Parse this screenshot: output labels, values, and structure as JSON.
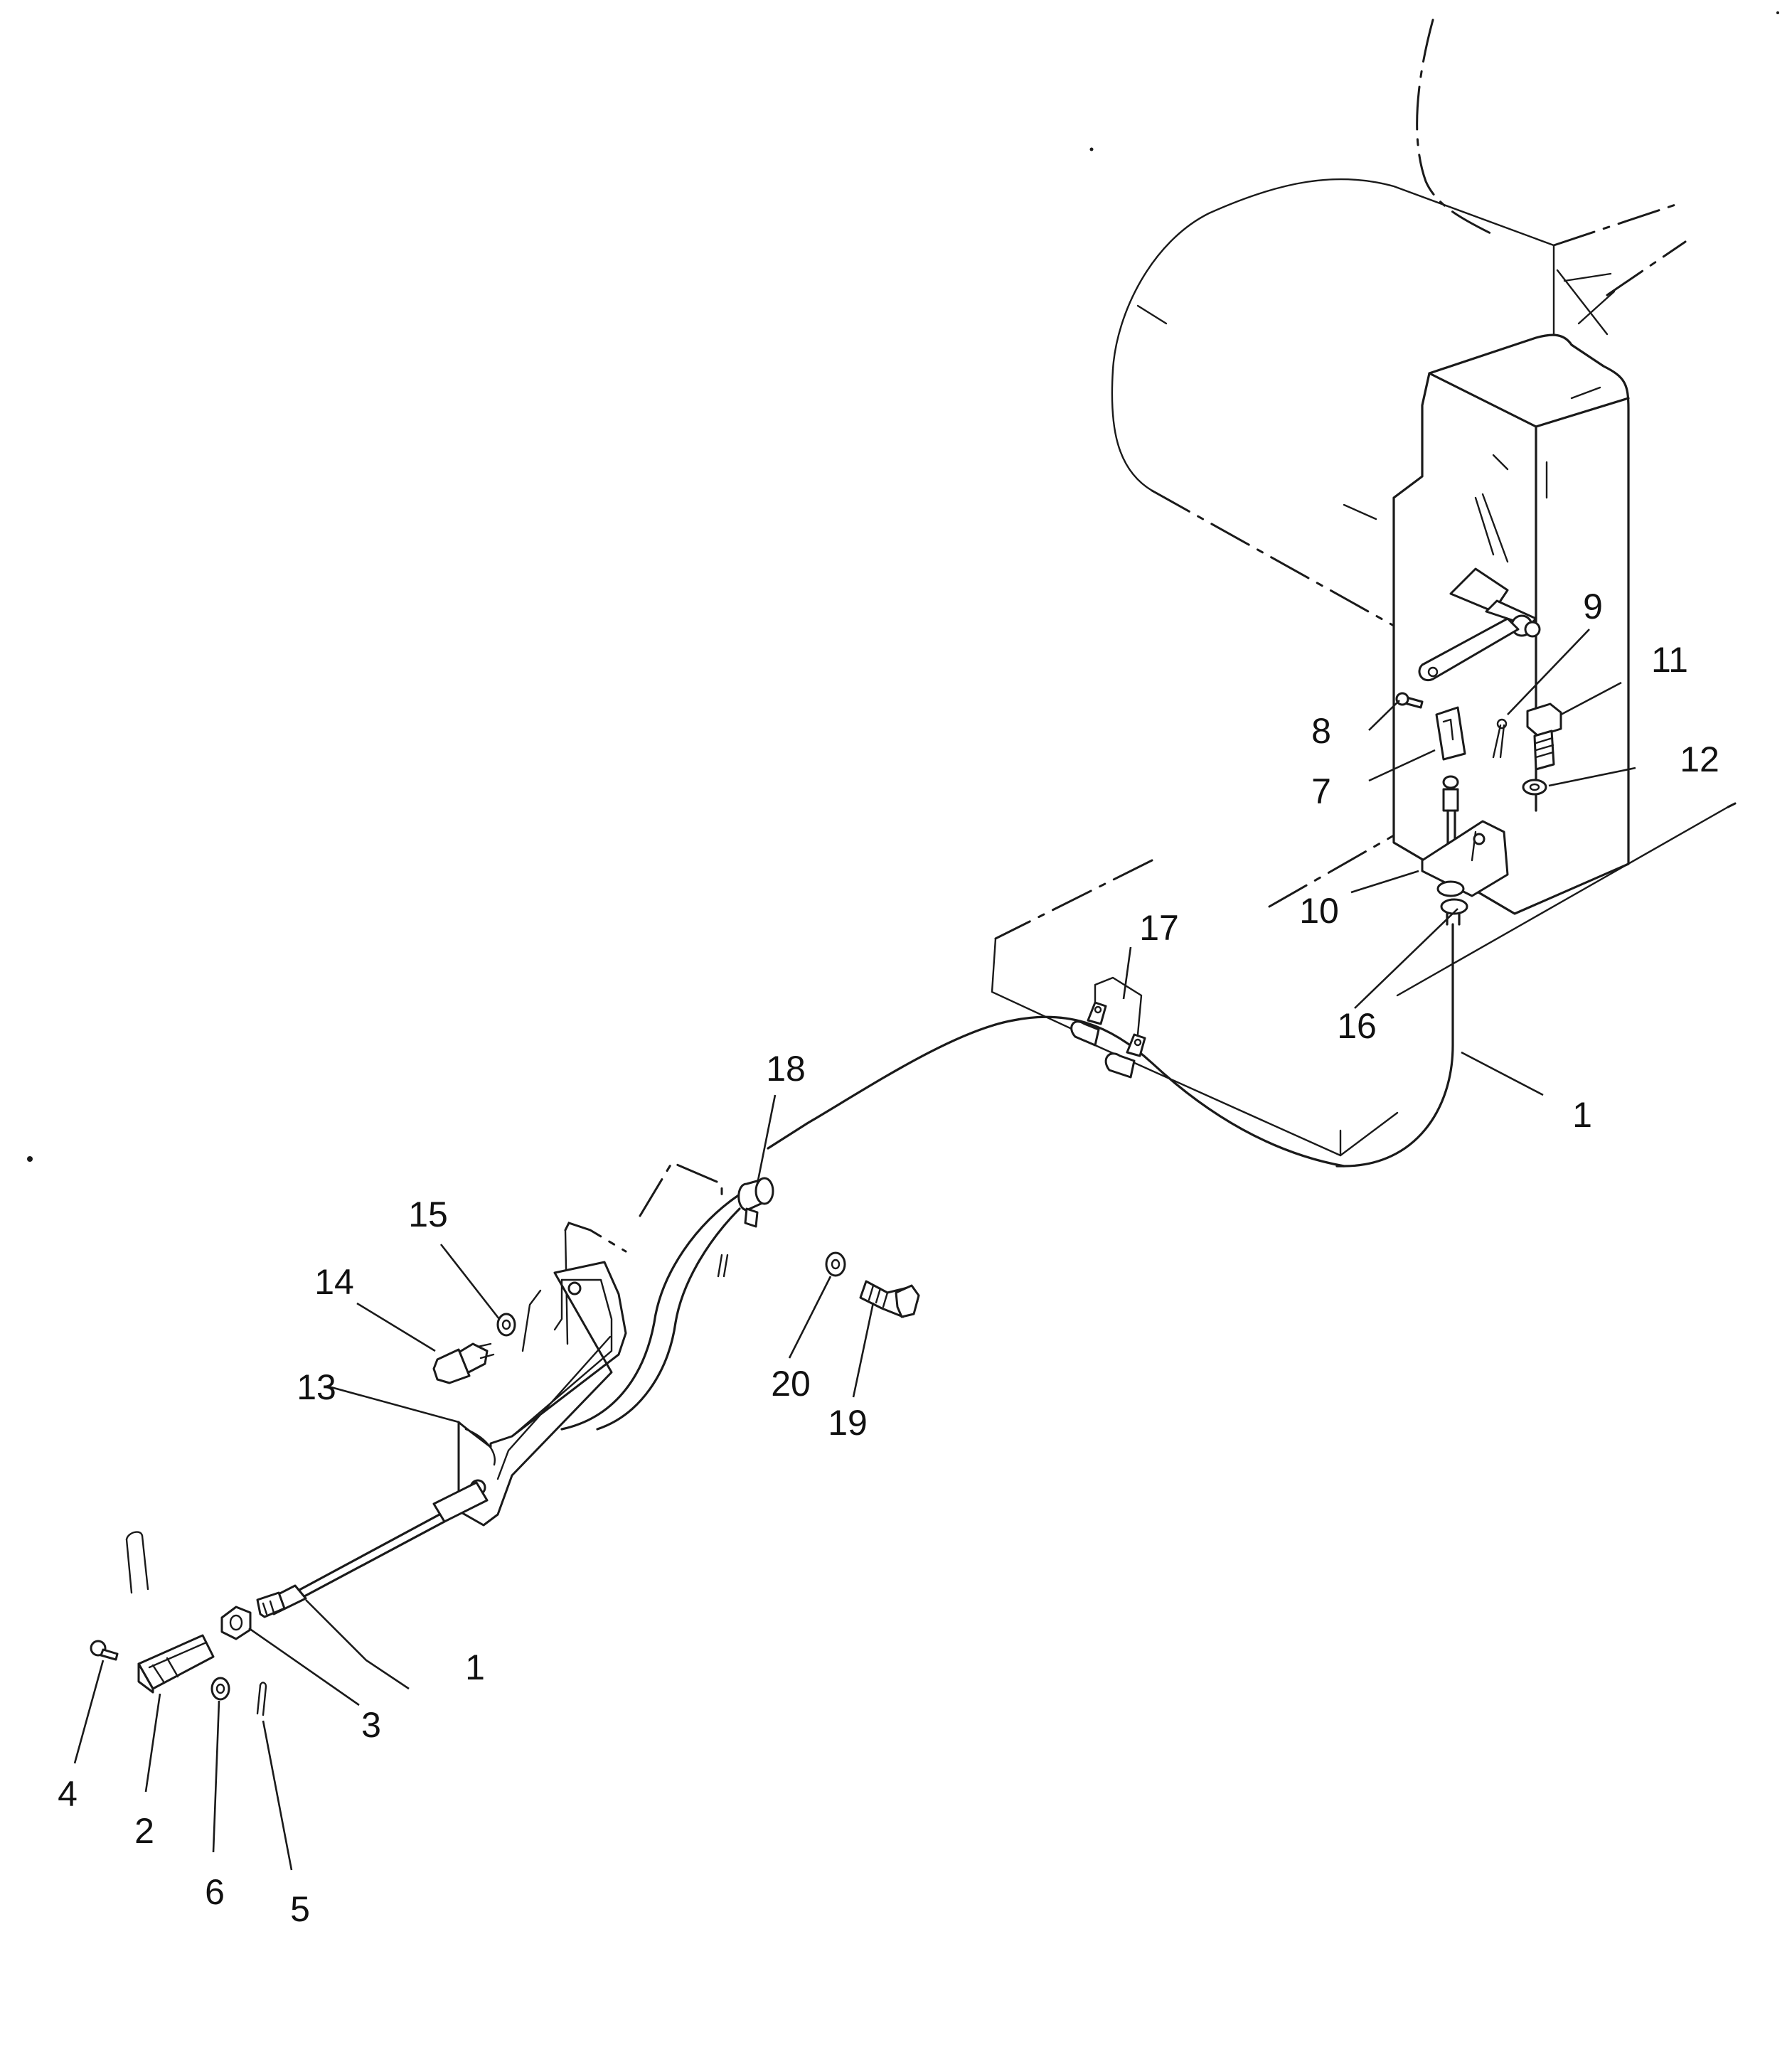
{
  "callouts": [
    "1",
    "1",
    "2",
    "3",
    "4",
    "5",
    "6",
    "7",
    "8",
    "9",
    "10",
    "11",
    "12",
    "13",
    "14",
    "15",
    "16",
    "17",
    "18",
    "19",
    "20"
  ],
  "style": {
    "ink": "#1a1a1a",
    "background": "#ffffff"
  }
}
